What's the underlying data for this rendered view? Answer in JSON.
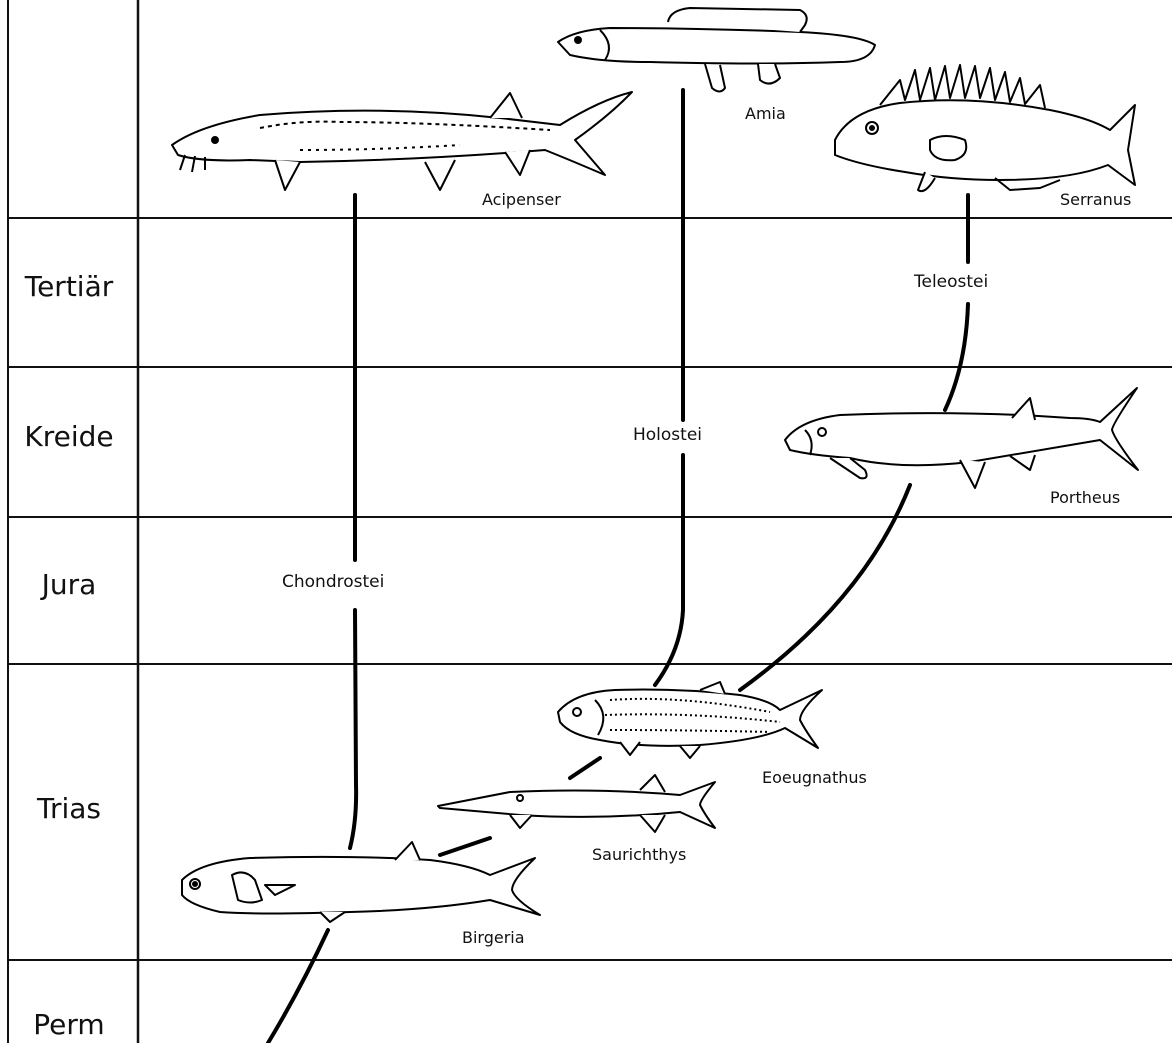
{
  "periods": [
    "Tertiär",
    "Kreide",
    "Jura",
    "Trias",
    "Perm"
  ],
  "lineages": {
    "chondrostei": "Chondrostei",
    "holostei": "Holostei",
    "teleostei": "Teleostei"
  },
  "genera": {
    "acipenser": "Acipenser",
    "amia": "Amia",
    "serranus": "Serranus",
    "portheus": "Portheus",
    "eoeugnathus": "Eoeugnathus",
    "saurichthys": "Saurichthys",
    "birgeria": "Birgeria"
  }
}
